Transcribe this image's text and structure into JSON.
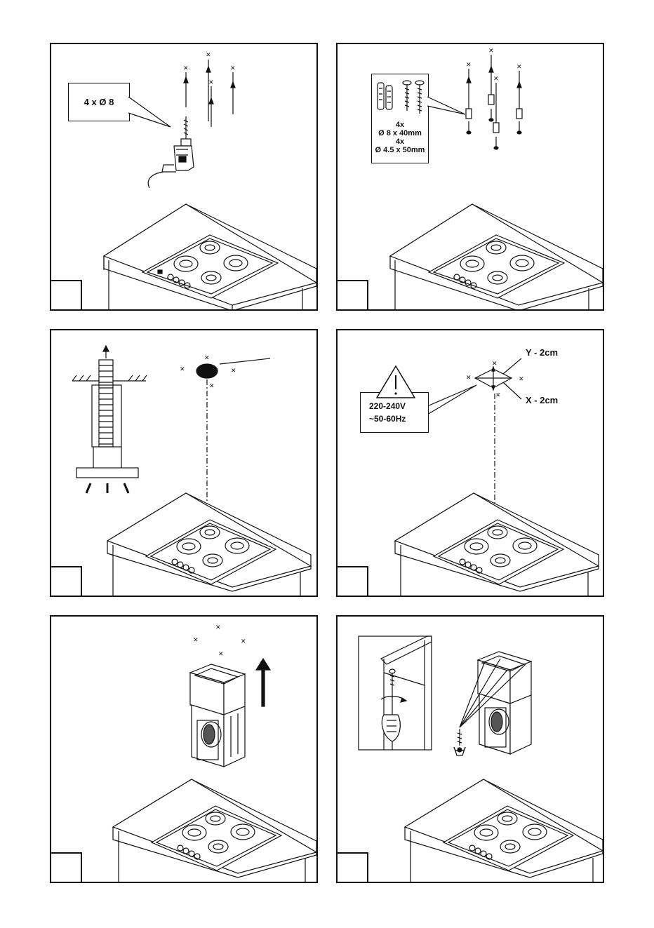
{
  "panels": {
    "p1": {
      "callout": "4 x Ø 8"
    },
    "p2": {
      "parts": [
        "4x",
        "Ø 8 x 40mm",
        "4x",
        "Ø 4.5 x 50mm"
      ]
    },
    "p4": {
      "voltage": "220-240V",
      "frequency": "~50-60Hz",
      "y_label": "Y - 2cm",
      "x_label": "X - 2cm"
    }
  },
  "colors": {
    "line": "#111111",
    "background": "#ffffff"
  },
  "icons": [
    "drill-icon",
    "cooktop-icon",
    "screw-icon",
    "wall-plug-icon",
    "warning-triangle-icon",
    "chimney-duct-icon",
    "hood-bracket-icon",
    "screwdriver-hand-icon"
  ]
}
